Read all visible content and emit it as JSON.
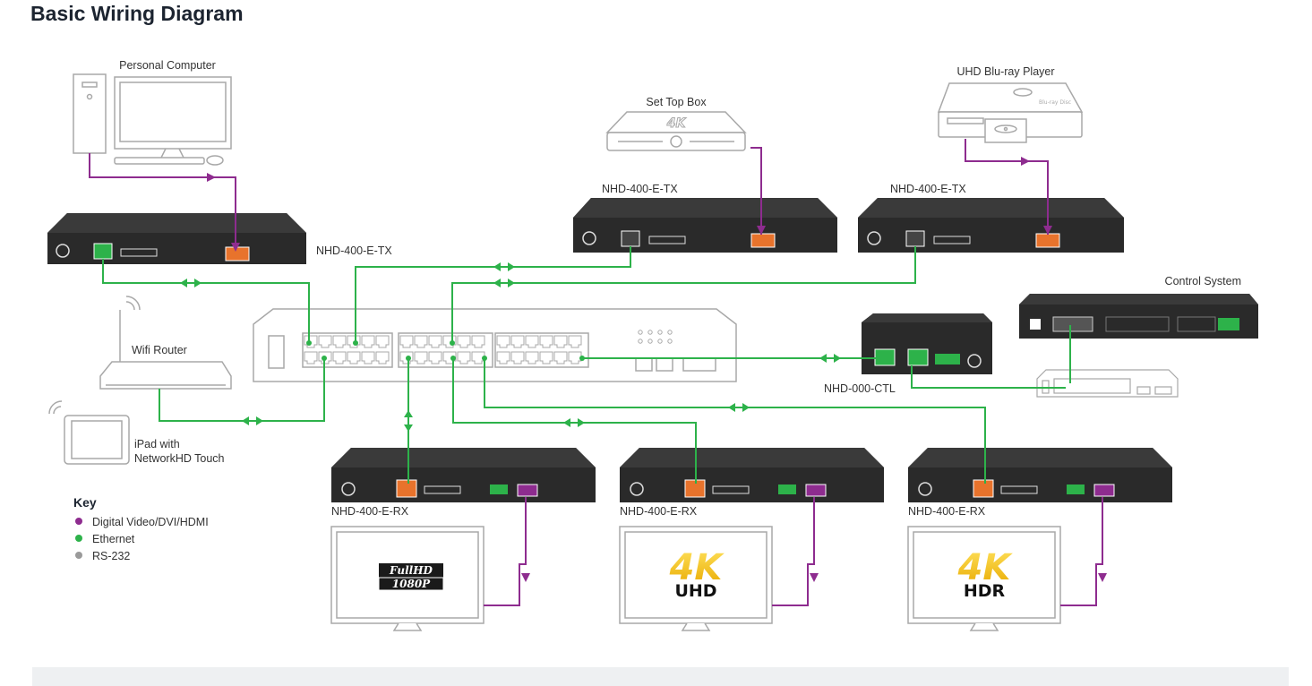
{
  "title": "Basic Wiring Diagram",
  "devices": {
    "pc": "Personal Computer",
    "stb": "Set Top Box",
    "bluray": "UHD Blu-ray Player",
    "tx1": "NHD-400-E-TX",
    "tx2": "NHD-400-E-TX",
    "tx3": "NHD-400-E-TX",
    "control_system": "Control System",
    "wifi_router": "Wifi Router",
    "ipad_line1": "iPad with",
    "ipad_line2": "NetworkHD Touch",
    "ctl": "NHD-000-CTL",
    "rx1": "NHD-400-E-RX",
    "rx2": "NHD-400-E-RX",
    "rx3": "NHD-400-E-RX"
  },
  "displays": {
    "d1_top": "FullHD",
    "d1_bottom": "1080P",
    "d2_top": "4K",
    "d2_bottom": "UHD",
    "d3_top": "4K",
    "d3_bottom": "HDR"
  },
  "key": {
    "title": "Key",
    "items": [
      {
        "label": "Digital Video/DVI/HDMI",
        "color": "#8e2c8f"
      },
      {
        "label": "Ethernet",
        "color": "#2db24a"
      },
      {
        "label": "RS-232",
        "color": "#9a9a9a"
      }
    ]
  },
  "colors": {
    "video": "#8e2c8f",
    "ethernet": "#2db24a",
    "rs232": "#9a9a9a",
    "device_dark": "#2a2a2a",
    "outline": "#a8a8a8"
  }
}
